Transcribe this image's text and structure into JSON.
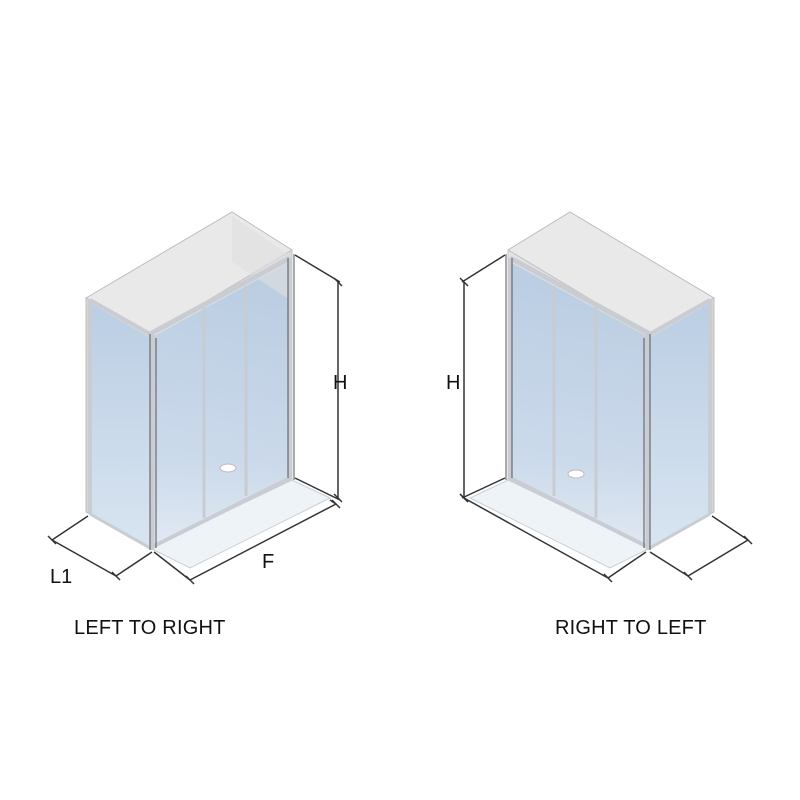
{
  "captions": {
    "left": "LEFT TO RIGHT",
    "right": "RIGHT TO LEFT"
  },
  "dimensions": {
    "height": "H",
    "front": "F",
    "side": "L1"
  },
  "colors": {
    "glass": "#b9cfe6",
    "glass_light": "#d6e4f2",
    "wall": "#dcdcdc",
    "wall_top": "#e8e8e8",
    "frame": "#cfd3d8",
    "tray": "#eef3f8",
    "line": "#333333"
  }
}
